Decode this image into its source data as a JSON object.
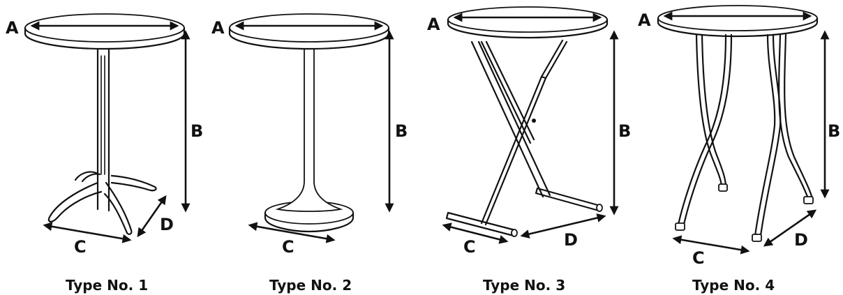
{
  "labels": {
    "a": "A",
    "b": "B",
    "c": "C",
    "d": "D"
  },
  "tables": [
    {
      "type_label": "Type No. 1",
      "base": "four-leg swivel"
    },
    {
      "type_label": "Type No. 2",
      "base": "pedestal disc"
    },
    {
      "type_label": "Type No. 3",
      "base": "crossed folding legs"
    },
    {
      "type_label": "Type No. 4",
      "base": "crossed curved legs"
    }
  ],
  "colors": {
    "line": "#111111",
    "background": "#ffffff"
  }
}
